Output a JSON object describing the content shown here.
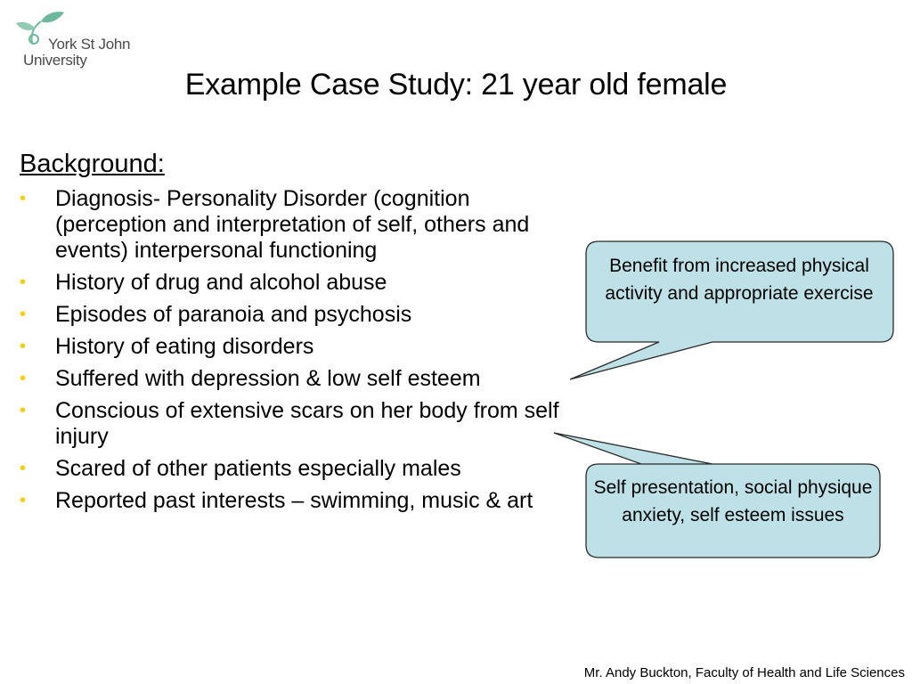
{
  "logo": {
    "line1": "York St John",
    "line2": "University"
  },
  "title": "Example Case Study: 21 year old female",
  "background_heading": "Background:",
  "bullets": [
    "Diagnosis- Personality Disorder (cognition (perception and interpretation of self, others and events) interpersonal functioning",
    "History of drug and alcohol abuse",
    "Episodes of paranoia and psychosis",
    "History of eating disorders",
    "Suffered with depression & low self esteem",
    "Conscious of extensive scars on her body from self injury",
    "Scared of other patients especially males",
    "Reported past interests – swimming, music & art"
  ],
  "callouts": [
    {
      "text": "Benefit from increased physical activity and appropriate exercise"
    },
    {
      "text": "Self presentation, social physique anxiety, self esteem issues"
    }
  ],
  "footer": "Mr. Andy Buckton, Faculty of Health and Life Sciences",
  "colors": {
    "bullet": "#f5d000",
    "callout_fill": "#bde1e6",
    "logo_green": "#6cb89a"
  }
}
